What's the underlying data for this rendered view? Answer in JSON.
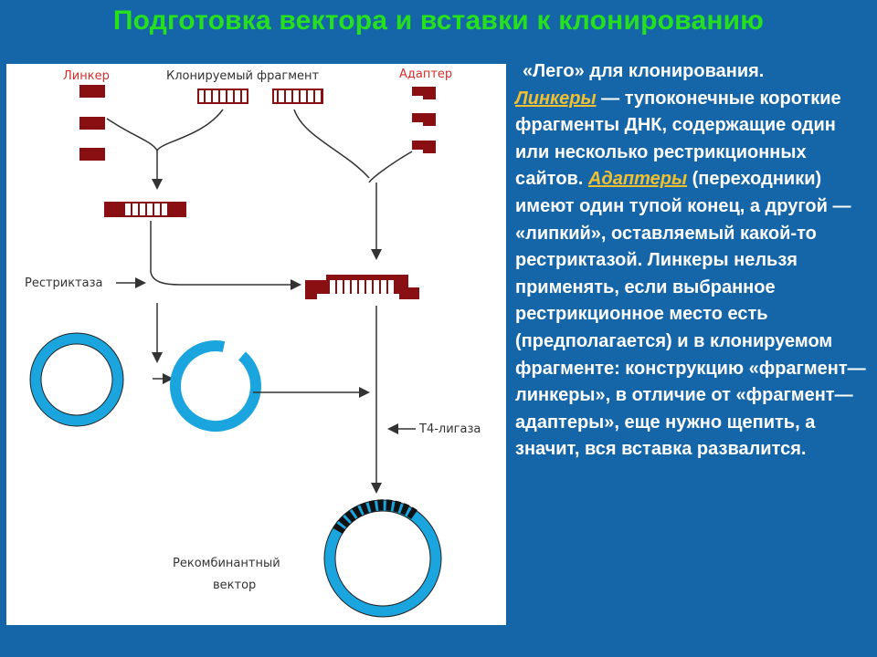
{
  "title": "Подготовка вектора и вставки к клонированию",
  "figure": {
    "labels": {
      "linker": "Линкер",
      "cloned_fragment": "Клонируемый фрагмент",
      "adapter": "Адаптер",
      "restrictase": "Рестриктаза",
      "t4_ligase": "Т4-лигаза",
      "recombinant_vector_line1": "Рекомбинантный",
      "recombinant_vector_line2": "вектор"
    },
    "colors": {
      "ring": "#1aa5de",
      "dna_dark": "#8a0f12",
      "label_red": "#d3302b",
      "line": "#333333"
    }
  },
  "text": {
    "heading": "«Лего» для клонирования.",
    "linkers_term": "Линкеры",
    "part1": " — тупоконечные короткие фрагменты ДНК, содержащие один или несколько рестрикционных сайтов. ",
    "adapters_term": "Адаптеры",
    "part2": " (переходники) имеют один тупой конец, а другой — «липкий», оставляемый какой-то рестриктазой. Линкеры нельзя применять, если выбранное рестрикционное место есть (предполагается) и в клонируемом фрагменте: конструкцию «фрагмент—линкеры», в отличие от «фрагмент—адаптеры», еще нужно щепить, а значит, вся вставка развалится."
  }
}
